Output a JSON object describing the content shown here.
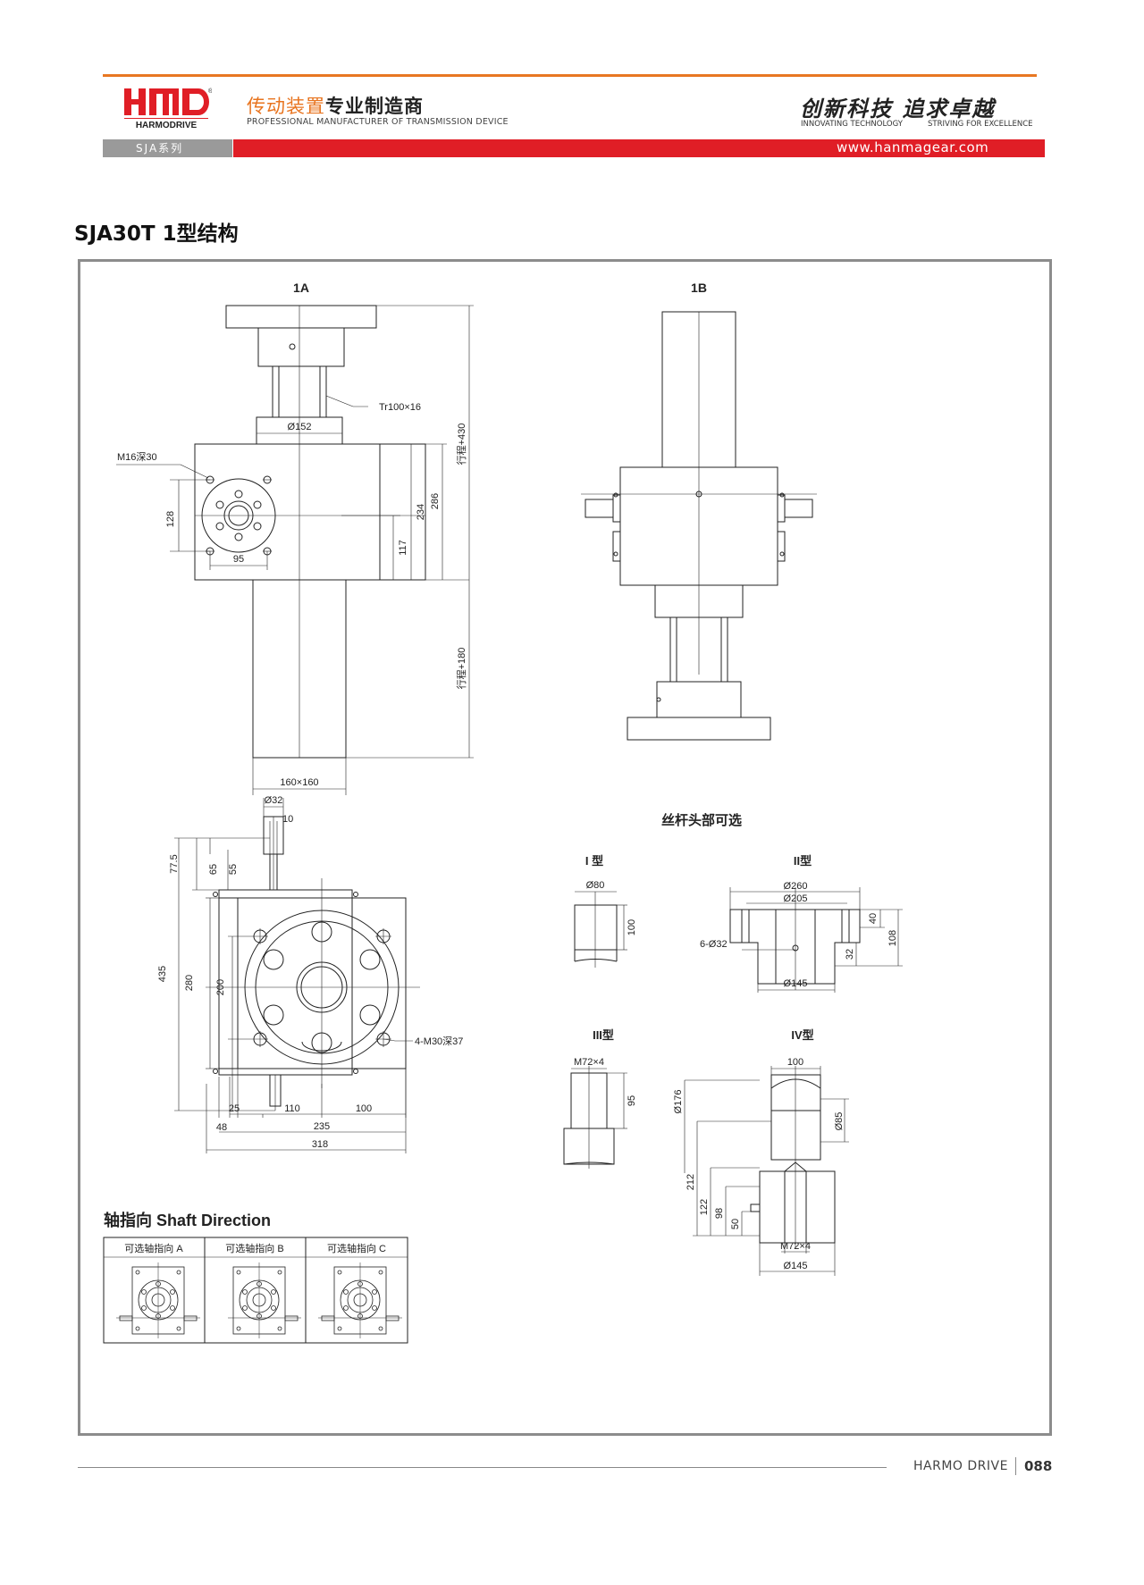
{
  "header": {
    "logo_text": "HMD",
    "logo_sub": "HARMODRIVE",
    "tagline_cn_accent": "传动装置",
    "tagline_cn_rest": "专业制造商",
    "tagline_en": "PROFESSIONAL MANUFACTURER OF TRANSMISSION DEVICE",
    "slogan_cn": "创新科技 追求卓越",
    "slogan_en_1": "INNOVATING TECHNOLOGY",
    "slogan_en_2": "STRIVING FOR EXCELLENCE",
    "series": "SJA系列",
    "website": "www.hanmagear.com"
  },
  "title": "SJA30T 1型结构",
  "views": {
    "view_1a": "1A",
    "view_1b": "1B"
  },
  "dimensions_1a": {
    "thread": "Tr100×16",
    "dia_152": "Ø152",
    "hole": "M16深30",
    "d128": "128",
    "d95": "95",
    "d234": "234",
    "d117": "117",
    "d286": "286",
    "stroke_430": "行程+430",
    "stroke_180": "行程+180",
    "base": "160×160"
  },
  "dimensions_plan": {
    "dia_32": "Ø32",
    "d10": "10",
    "d77_5": "77.5",
    "d65": "65",
    "d55": "55",
    "d435": "435",
    "d280": "280",
    "d200": "200",
    "holes": "4-M30深37",
    "d25": "25",
    "d110": "110",
    "d100": "100",
    "d48": "48",
    "d235": "235",
    "d318": "318"
  },
  "screw_heads": {
    "heading": "丝杆头部可选",
    "type1": {
      "label": "I 型",
      "dia": "Ø80",
      "len": "100"
    },
    "type2": {
      "label": "II型",
      "dia_260": "Ø260",
      "dia_205": "Ø205",
      "holes": "6-Ø32",
      "d40": "40",
      "d108": "108",
      "d32": "32",
      "dia_145": "Ø145"
    },
    "type3": {
      "label": "III型",
      "thread": "M72×4",
      "len": "95"
    },
    "type4": {
      "label": "IV型",
      "d100": "100",
      "dia_176": "Ø176",
      "dia_85": "Ø85",
      "d212": "212",
      "d122": "122",
      "d98": "98",
      "d50": "50",
      "thread": "M72×4",
      "dia_145": "Ø145"
    }
  },
  "shaft_direction": {
    "heading": "轴指向 Shaft Direction",
    "options": [
      "可选轴指向 A",
      "可选轴指向 B",
      "可选轴指向 C"
    ]
  },
  "footer": {
    "brand": "HARMO DRIVE",
    "page": "088"
  },
  "colors": {
    "orange": "#e87722",
    "red": "#e01e26",
    "gray": "#9a9a9a"
  }
}
